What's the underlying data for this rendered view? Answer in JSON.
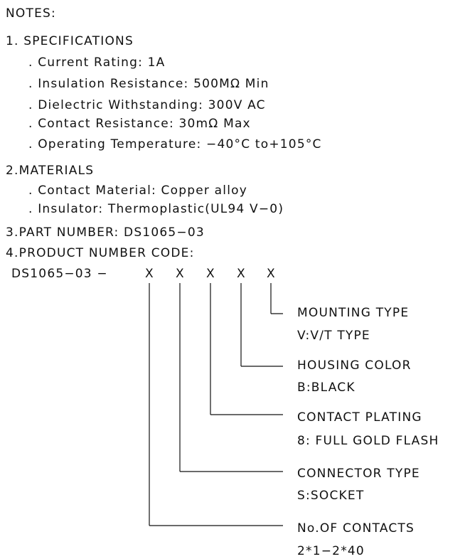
{
  "title": "NOTES:",
  "sections": [
    {
      "heading": "1. SPECIFICATIONS",
      "items": [
        ". Current Rating: 1A",
        ". Insulation Resistance: 500MΩ Min",
        ". Dielectric Withstanding: 300V AC",
        ". Contact Resistance: 30mΩ Max",
        ". Operating Temperature: −40°C to+105°C"
      ]
    },
    {
      "heading": "2.MATERIALS",
      "items": [
        ". Contact Material: Copper alloy",
        ". Insulator: Thermoplastic(UL94 V−0)"
      ]
    },
    {
      "heading": "3.PART NUMBER: DS1065−03"
    },
    {
      "heading": "4.PRODUCT NUMBER CODE:"
    }
  ],
  "code": {
    "prefix": "DS1065−03 −",
    "placeholders": [
      "X",
      "X",
      "X",
      "X",
      "X"
    ],
    "fields": [
      {
        "name": "MOUNTING TYPE",
        "value": "V:V/T TYPE"
      },
      {
        "name": "HOUSING COLOR",
        "value": "B:BLACK"
      },
      {
        "name": "CONTACT PLATING",
        "value": "8: FULL GOLD FLASH"
      },
      {
        "name": "CONNECTOR TYPE",
        "value": "S:SOCKET"
      },
      {
        "name": "No.OF CONTACTS",
        "value": "2*1−2*40"
      }
    ]
  }
}
